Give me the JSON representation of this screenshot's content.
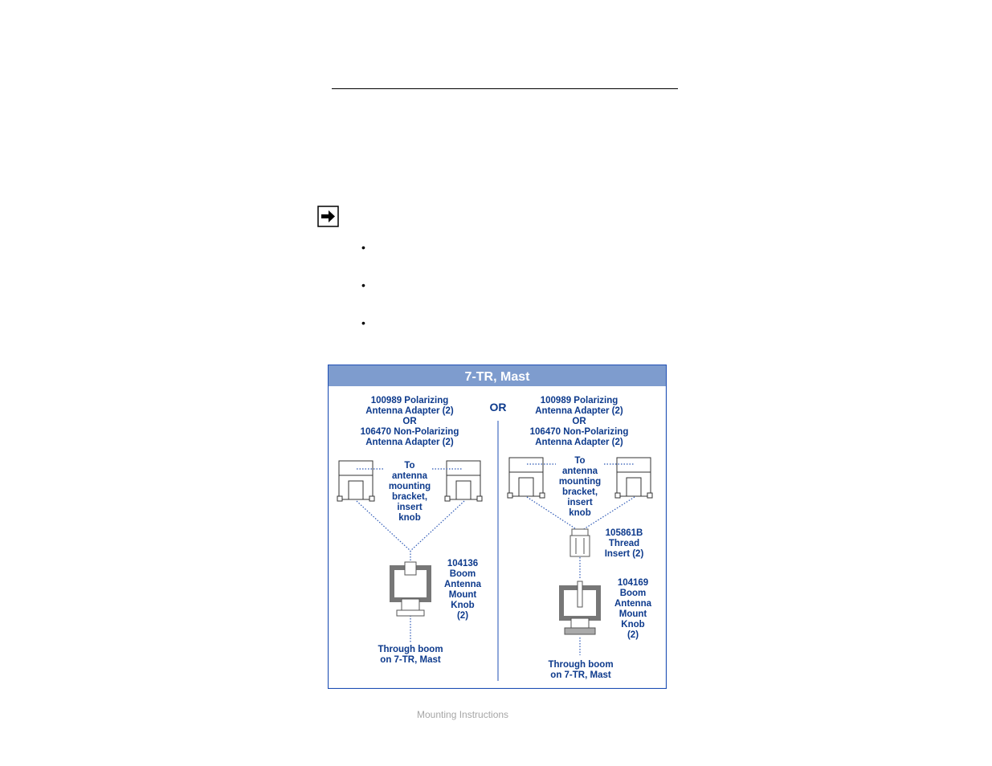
{
  "page": {
    "bullets": [
      "•",
      "•",
      "•"
    ],
    "caption": "Mounting Instructions"
  },
  "figure": {
    "title": "7-TR, Mast",
    "or_separator": "OR",
    "colors": {
      "header_bg": "#7e9cce",
      "text_blue": "#0d3a8c",
      "border_blue": "#1f4fb4",
      "dots": "#2b57b5"
    },
    "left": {
      "adapter_lines": [
        "100989 Polarizing",
        "Antenna Adapter (2)",
        "OR",
        "106470 Non-Polarizing",
        "Antenna Adapter (2)"
      ],
      "to_lines": [
        "To",
        "antenna",
        "mounting",
        "bracket,",
        "insert",
        "knob"
      ],
      "knob_lines": [
        "104136",
        "Boom",
        "Antenna",
        "Mount",
        "Knob",
        "(2)"
      ],
      "through_lines": [
        "Through boom",
        "on 7-TR, Mast"
      ]
    },
    "right": {
      "adapter_lines": [
        "100989 Polarizing",
        "Antenna Adapter (2)",
        "OR",
        "106470 Non-Polarizing",
        "Antenna Adapter (2)"
      ],
      "to_lines": [
        "To",
        "antenna",
        "mounting",
        "bracket,",
        "insert",
        "knob"
      ],
      "insert_lines": [
        "105861B",
        "Thread",
        "Insert (2)"
      ],
      "knob_lines": [
        "104169",
        "Boom",
        "Antenna",
        "Mount",
        "Knob",
        "(2)"
      ],
      "through_lines": [
        "Through boom",
        "on 7-TR, Mast"
      ]
    }
  }
}
